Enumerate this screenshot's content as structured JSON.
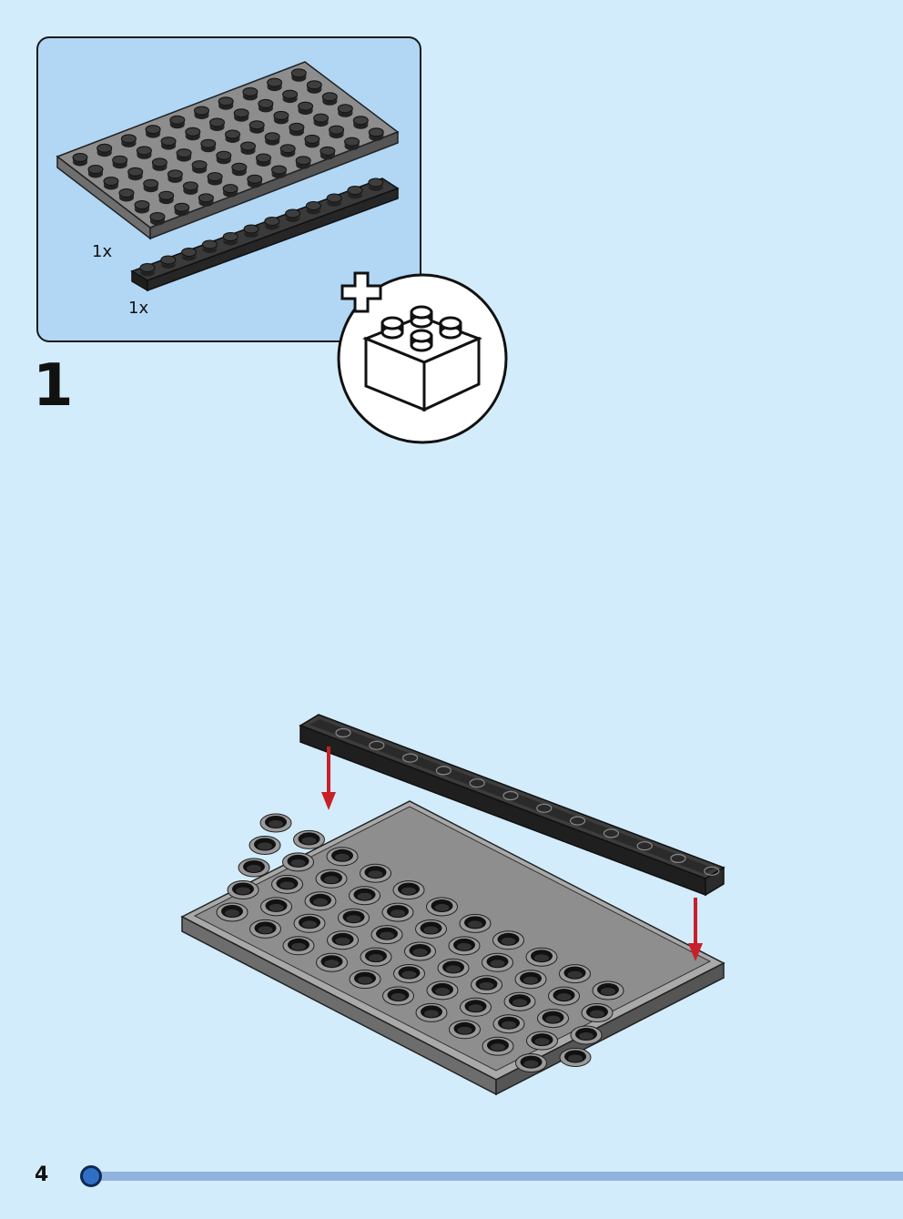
{
  "step": {
    "number": "1",
    "parts": [
      {
        "name": "black-plate-6x10",
        "color": "#5a5a5a",
        "quantity_label": "1x"
      },
      {
        "name": "black-plate-1x12",
        "color": "#2b2b2b",
        "quantity_label": "1x"
      }
    ],
    "callout_icon": "plus-brick-icon"
  },
  "page": {
    "number": "4",
    "accent": "#2f6fc4",
    "track_color": "#8fb2de",
    "background": "#d3ecfb",
    "parts_box_color": "#b1d7f5",
    "arrow_color": "#c8202a"
  }
}
